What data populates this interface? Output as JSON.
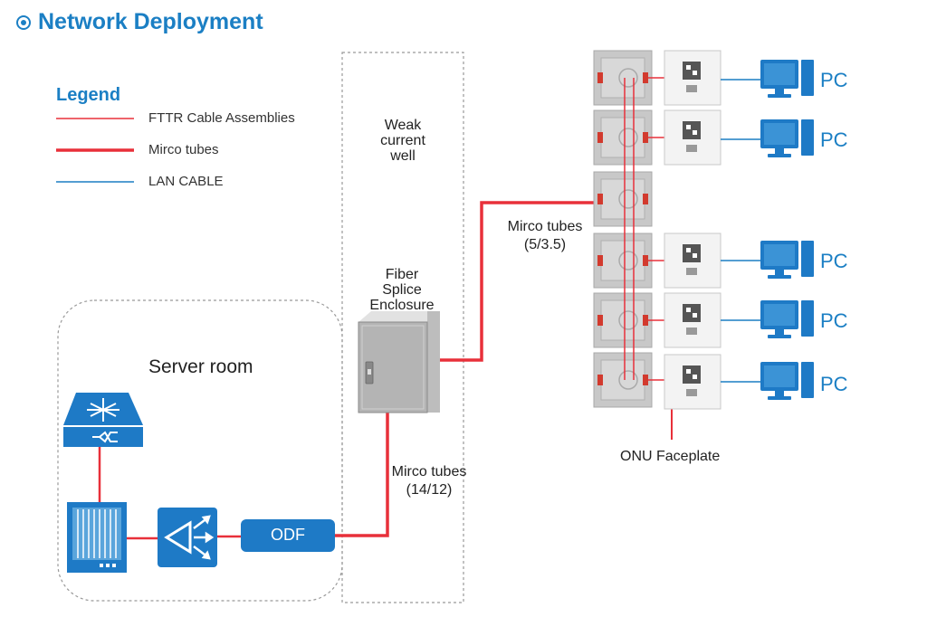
{
  "title": "Network Deployment",
  "legend": {
    "title": "Legend",
    "items": [
      {
        "label": "FTTR Cable Assemblies",
        "color": "#e8303a",
        "style": "thin"
      },
      {
        "label": "Mirco tubes",
        "color": "#e8303a",
        "style": "thick"
      },
      {
        "label": "LAN CABLE",
        "color": "#1b7fc4",
        "style": "thin"
      }
    ]
  },
  "zones": {
    "weak_current_well": "Weak\ncurrent\nwell",
    "server_room": "Server room"
  },
  "devices": {
    "fiber_splice_enclosure": "Fiber\nSplice\nEnclosure",
    "odf": "ODF",
    "onu_faceplate": "ONU Faceplate",
    "pc_label": "PC"
  },
  "tube_labels": {
    "upper_name": "Mirco tubes",
    "upper_spec": "(5/3.5)",
    "lower_name": "Mirco tubes",
    "lower_spec": "(14/12)"
  },
  "colors": {
    "accent_blue": "#1b7fc4",
    "device_blue": "#1e7ac6",
    "tube_red": "#e8303a"
  }
}
